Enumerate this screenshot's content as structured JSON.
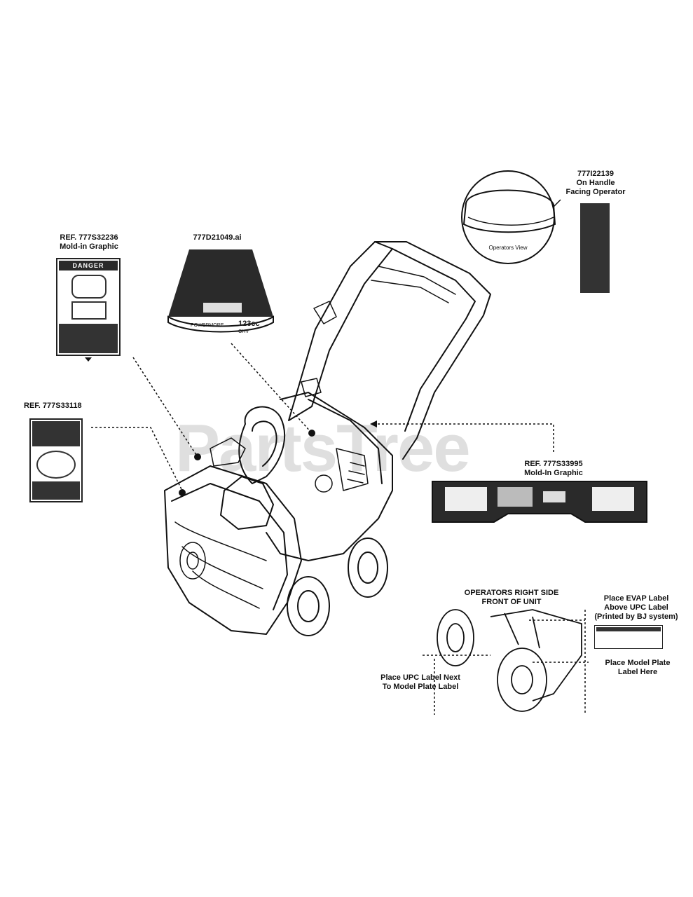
{
  "watermark": "PartsTree",
  "callouts": {
    "ref_777s32236": {
      "line1": "REF. 777S32236",
      "line2": "Mold-in Graphic"
    },
    "ref_777d21049": {
      "line1": "777D21049.ai"
    },
    "ref_777i22139": {
      "line1": "777I22139",
      "line2": "On Handle",
      "line3": "Facing Operator"
    },
    "operators_view": "Operators View",
    "ref_777s33118": {
      "line1": "REF. 777S33118"
    },
    "ref_777s33995": {
      "line1": "REF. 777S33995",
      "line2": "Mold-In Graphic"
    },
    "operators_right_side": {
      "line1": "OPERATORS RIGHT SIDE",
      "line2": "FRONT OF UNIT"
    },
    "place_evap": {
      "line1": "Place EVAP Label",
      "line2": "Above UPC Label",
      "line3": "(Printed by BJ system)"
    },
    "place_upc": {
      "line1": "Place UPC Label Next",
      "line2": "To Model Plate Label"
    },
    "place_model_plate": {
      "line1": "Place Model Plate",
      "line2": "Label Here"
    }
  },
  "decals": {
    "danger_word": "DANGER",
    "engine_decal_left": "POWERMORE",
    "engine_decal_right": "123cc",
    "engine_decal_sub": "OHV"
  },
  "colors": {
    "ink": "#111111",
    "decal_dark": "#2a2a2a",
    "background": "#ffffff"
  }
}
